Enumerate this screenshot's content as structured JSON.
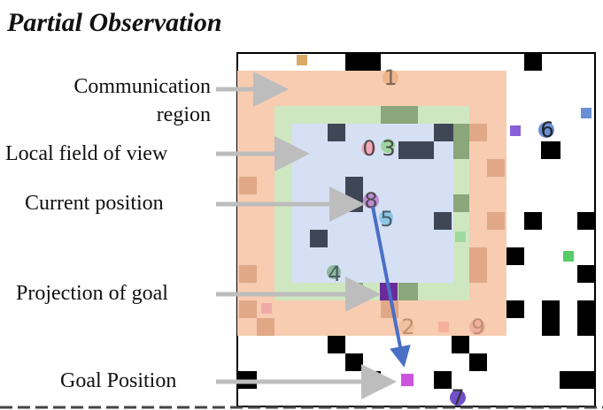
{
  "title": "Partial Observation",
  "labels": {
    "communication_line1": "Communication",
    "communication_line2": "region",
    "local_fov": "Local field of view",
    "current_position": "Current position",
    "projection_of_goal": "Projection of goal",
    "goal_position": "Goal Position"
  },
  "agents": [
    "1",
    "0",
    "3",
    "6",
    "8",
    "5",
    "4",
    "2",
    "9",
    "7"
  ],
  "colors": {
    "communication_region": "#f7ccb0",
    "field_of_view_border": "#cfe7c0",
    "field_of_view": "#d6e0f5",
    "obstacle": "#000000",
    "arrow_label": "#bdbdbd",
    "goal_arrow": "#4a6fc7",
    "goal": "#cc55dd",
    "goal_projection": "#6a2a9a"
  }
}
